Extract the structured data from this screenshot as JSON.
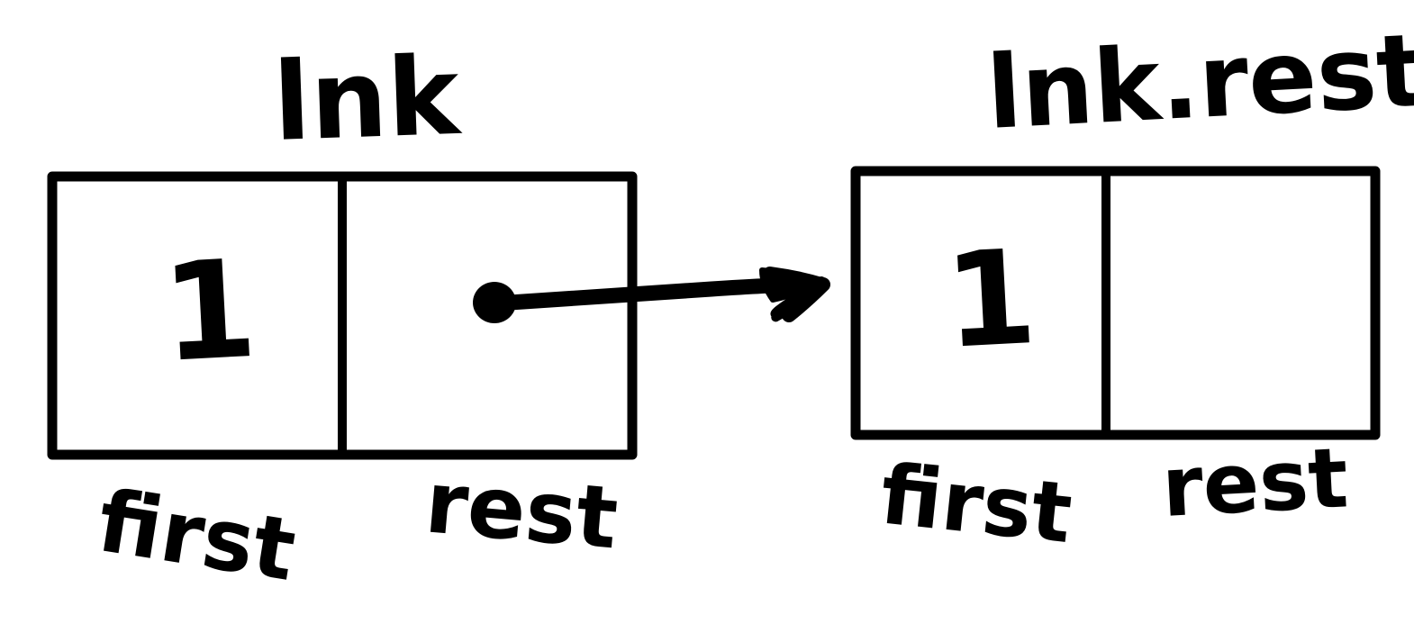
{
  "diagram": {
    "kind": "linked-list-node-diagram",
    "background_color": "#ffffff",
    "ink_color": "#000000",
    "style": "hand-drawn whiteboard sketch",
    "nodes": [
      {
        "id": "node-lnk",
        "title": "lnk",
        "cells": [
          {
            "slot_label": "first",
            "value": "1"
          },
          {
            "slot_label": "rest",
            "value": ""
          }
        ]
      },
      {
        "id": "node-lnk-rest",
        "title": "lnk.rest",
        "cells": [
          {
            "slot_label": "first",
            "value": "1"
          },
          {
            "slot_label": "rest",
            "value": ""
          }
        ]
      }
    ],
    "pointer": {
      "from_node": "node-lnk",
      "from_cell": "rest",
      "to_node": "node-lnk-rest",
      "glyph": "arrow-right"
    }
  }
}
